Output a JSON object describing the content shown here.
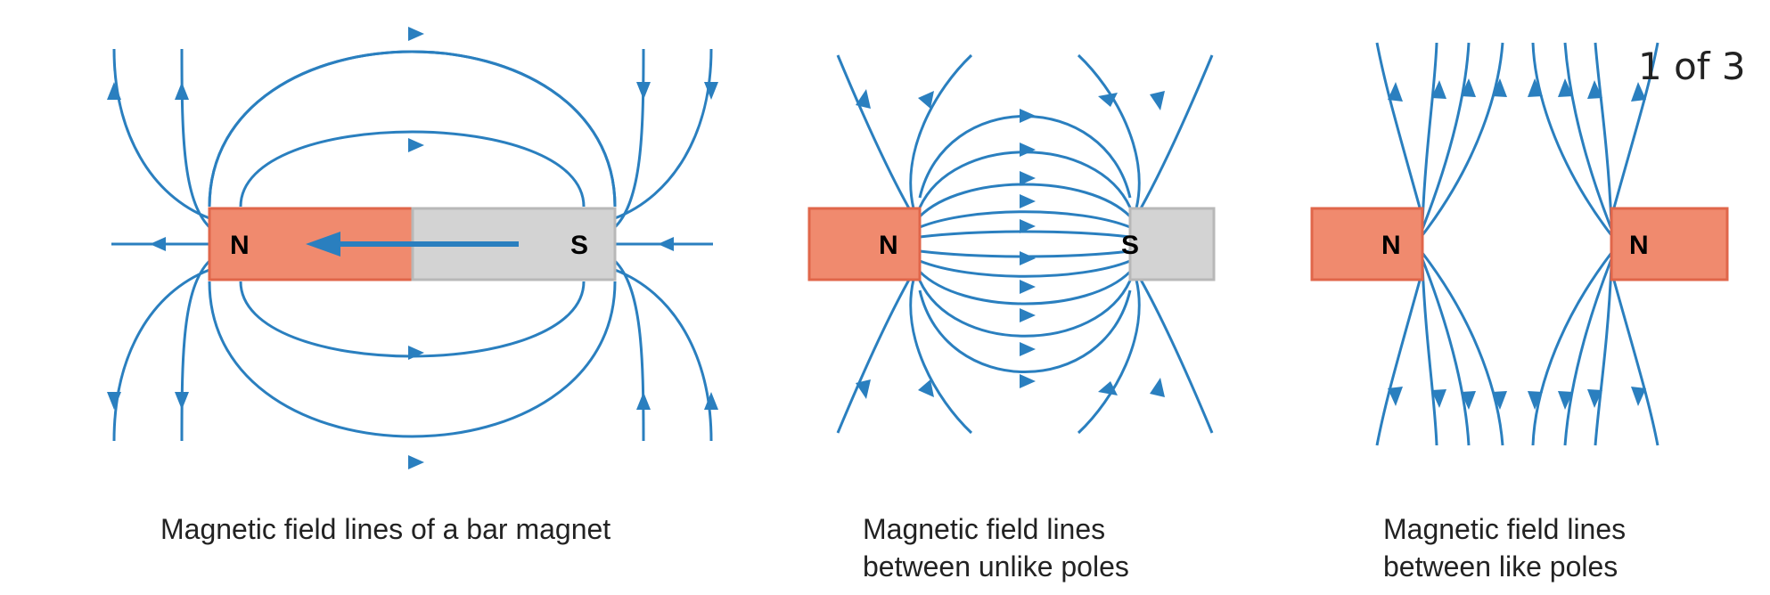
{
  "slide_counter": "1 of 3",
  "colors": {
    "field_line": "#2a7fbf",
    "north_pole": "#f08a6e",
    "north_edge": "#e0664a",
    "south_pole": "#d3d3d3",
    "south_edge": "#b8b8b8"
  },
  "panels": [
    {
      "id": "bar-magnet",
      "left_pole": "N",
      "right_pole": "S",
      "caption": [
        "Magnetic field lines of a bar magnet"
      ]
    },
    {
      "id": "unlike-poles",
      "left_pole": "N",
      "right_pole": "S",
      "caption": [
        "Magnetic field lines",
        "between unlike poles"
      ]
    },
    {
      "id": "like-poles",
      "left_pole": "N",
      "right_pole": "N",
      "caption": [
        "Magnetic field lines",
        "between like poles"
      ]
    }
  ]
}
